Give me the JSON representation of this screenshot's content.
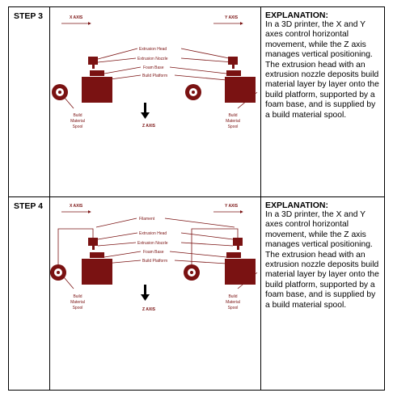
{
  "rows": [
    {
      "step": "STEP 3",
      "explanation_title": "EXPLANATION:",
      "explanation_text": "In a 3D printer, the X and Y axes control horizontal movement, while the Z axis manages vertical positioning. The extrusion head with an extrusion nozzle deposits build material layer by layer onto the build platform, supported by a foam base, and is supplied by a build material spool.",
      "diagram": {
        "x_axis": "X AXIS",
        "y_axis": "Y AXIS",
        "z_axis": "Z AXIS",
        "extrusion_head": "Extrusion Head",
        "extrusion_nozzle": "Extrusion Nozzle",
        "foam_base": "Foam Base",
        "build_platform": "Build Platform",
        "spool_left": [
          "Build",
          "Material",
          "Spool"
        ],
        "spool_right": [
          "Build",
          "Material",
          "Spool"
        ]
      }
    },
    {
      "step": "STEP 4",
      "explanation_title": "EXPLANATION:",
      "explanation_text": "In a 3D printer, the X and Y axes control horizontal movement, while the Z axis manages vertical positioning. The extrusion head with an extrusion nozzle deposits build material layer by layer onto the build platform, supported by a foam base, and is supplied by a build material spool.",
      "diagram": {
        "x_axis": "X AXIS",
        "y_axis": "Y AXIS",
        "z_axis": "Z AXIS",
        "filament": "Filament",
        "extrusion_head": "Extrusion Head",
        "extrusion_nozzle": "Extrusion Nozzle",
        "foam_base": "Foam Base",
        "build_platform": "Build Platform",
        "spool_left": [
          "Build",
          "Material",
          "Spool"
        ],
        "spool_right": [
          "Build",
          "Material",
          "Spool"
        ]
      }
    }
  ],
  "colors": {
    "diagram": "#7a1212",
    "border": "#000000"
  }
}
